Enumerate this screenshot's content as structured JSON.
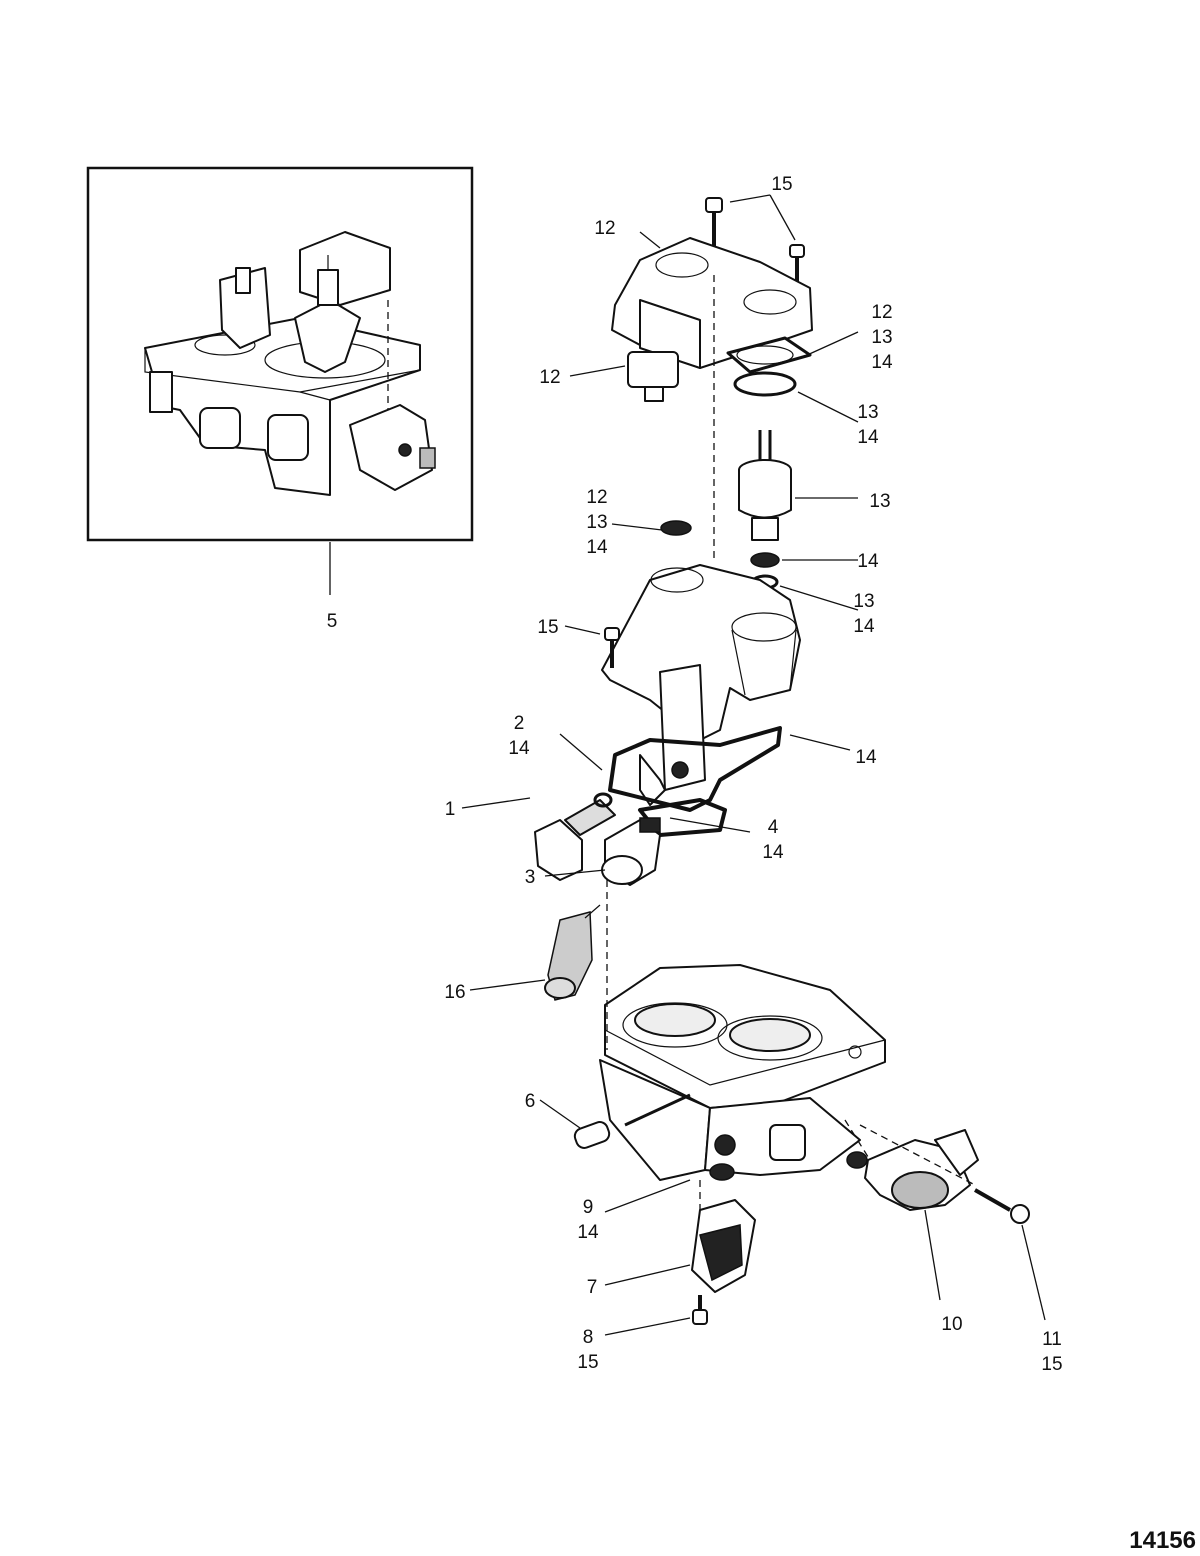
{
  "figure_number": "14156",
  "inset_label": "5",
  "callouts": [
    {
      "id": "c15-top",
      "lines": [
        "15"
      ]
    },
    {
      "id": "c12-a",
      "lines": [
        "12"
      ]
    },
    {
      "id": "c12-b",
      "lines": [
        "12"
      ]
    },
    {
      "id": "c12-13-14-a",
      "lines": [
        "12",
        "13",
        "14"
      ]
    },
    {
      "id": "c13-14-a",
      "lines": [
        "13",
        "14"
      ]
    },
    {
      "id": "c13",
      "lines": [
        "13"
      ]
    },
    {
      "id": "c12-13-14-b",
      "lines": [
        "12",
        "13",
        "14"
      ]
    },
    {
      "id": "c14-a",
      "lines": [
        "14"
      ]
    },
    {
      "id": "c13-14-b",
      "lines": [
        "13",
        "14"
      ]
    },
    {
      "id": "c15-mid",
      "lines": [
        "15"
      ]
    },
    {
      "id": "c2-14",
      "lines": [
        "2",
        "14"
      ]
    },
    {
      "id": "c14-b",
      "lines": [
        "14"
      ]
    },
    {
      "id": "c1",
      "lines": [
        "1"
      ]
    },
    {
      "id": "c4-14",
      "lines": [
        "4",
        "14"
      ]
    },
    {
      "id": "c3",
      "lines": [
        "3"
      ]
    },
    {
      "id": "c16",
      "lines": [
        "16"
      ]
    },
    {
      "id": "c6",
      "lines": [
        "6"
      ]
    },
    {
      "id": "c9-14",
      "lines": [
        "9",
        "14"
      ]
    },
    {
      "id": "c7",
      "lines": [
        "7"
      ]
    },
    {
      "id": "c10",
      "lines": [
        "10"
      ]
    },
    {
      "id": "c8-15",
      "lines": [
        "8",
        "15"
      ]
    },
    {
      "id": "c11-15",
      "lines": [
        "11",
        "15"
      ]
    }
  ]
}
